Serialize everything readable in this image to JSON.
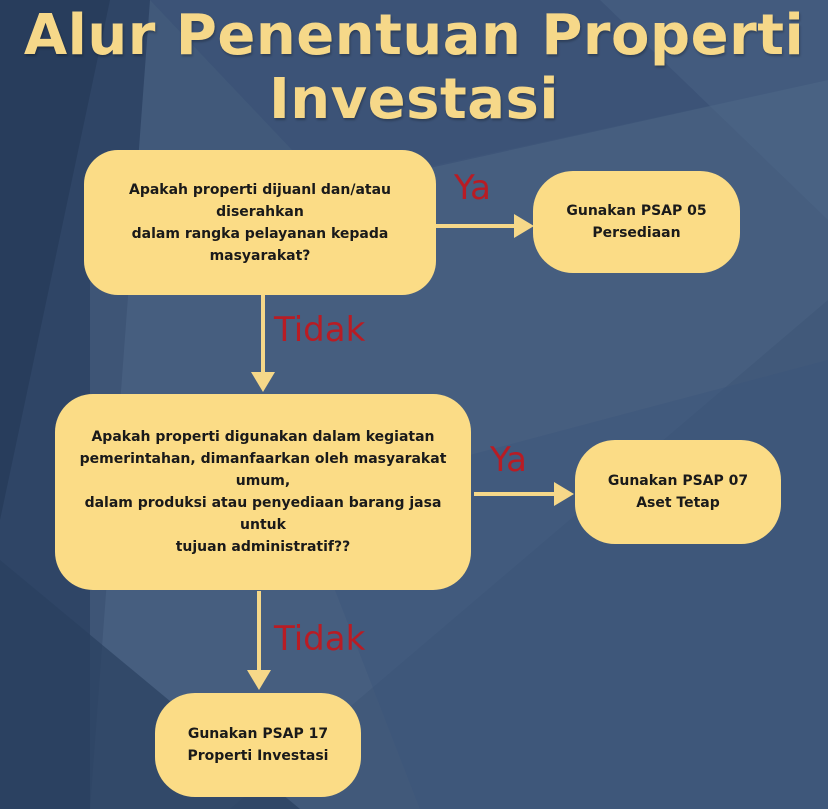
{
  "title": {
    "line1": "Alur Penentuan Properti",
    "line2": "Investasi"
  },
  "nodes": {
    "q1": {
      "lines": [
        "Apakah  properti dijuanl dan/atau diserahkan",
        "dalam rangka pelayanan kepada masyarakat?"
      ]
    },
    "r1": {
      "lines": [
        "Gunakan PSAP 05",
        "Persediaan"
      ]
    },
    "q2": {
      "lines": [
        "Apakah properti digunakan dalam kegiatan",
        "pemerintahan, dimanfaarkan oleh masyarakat umum,",
        "dalam produksi atau penyediaan barang jasa untuk",
        "tujuan administratif??"
      ]
    },
    "r2": {
      "lines": [
        "Gunakan PSAP 07",
        "Aset Tetap"
      ]
    },
    "r3": {
      "lines": [
        "Gunakan PSAP 17",
        "Properti Investasi"
      ]
    }
  },
  "edges": {
    "yes1": "Ya",
    "no1": "Tidak",
    "yes2": "Ya",
    "no2": "Tidak"
  },
  "colors": {
    "box_fill": "#fbdc86",
    "title": "#f6d889",
    "edge_label": "#b81c24",
    "arrow": "#f6d889",
    "background": "#3f5677"
  }
}
